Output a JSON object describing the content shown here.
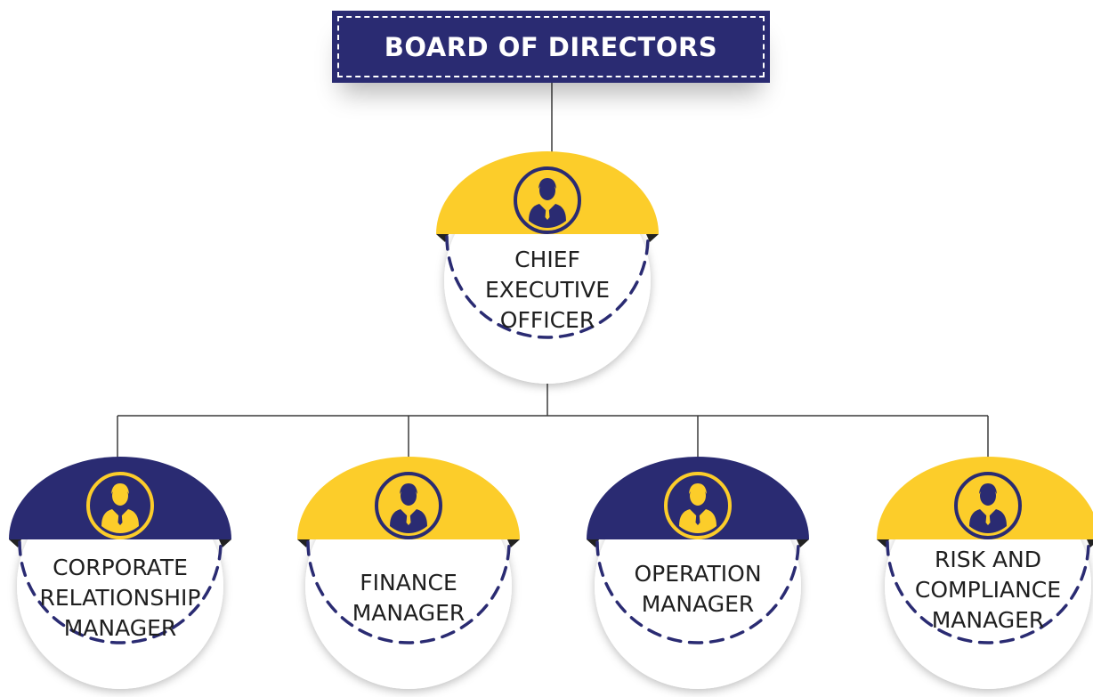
{
  "board": {
    "title": "BOARD OF DIRECTORS"
  },
  "ceo": {
    "label": "CHIEF\nEXECUTIVE\nOFFICER",
    "color": "#fccd2a"
  },
  "managers": [
    {
      "label": "CORPORATE\nRELATIONSHIP\nMANAGER",
      "color": "#2a2b72"
    },
    {
      "label": "FINANCE\nMANAGER",
      "color": "#fccd2a"
    },
    {
      "label": "OPERATION\nMANAGER",
      "color": "#2a2b72"
    },
    {
      "label": "RISK AND\nCOMPLIANCE\nMANAGER",
      "color": "#fccd2a"
    }
  ],
  "colors": {
    "navy": "#2a2b72",
    "yellow": "#fccd2a",
    "line": "#3a3a3a"
  },
  "icons": {
    "person": "person-tie-icon"
  }
}
